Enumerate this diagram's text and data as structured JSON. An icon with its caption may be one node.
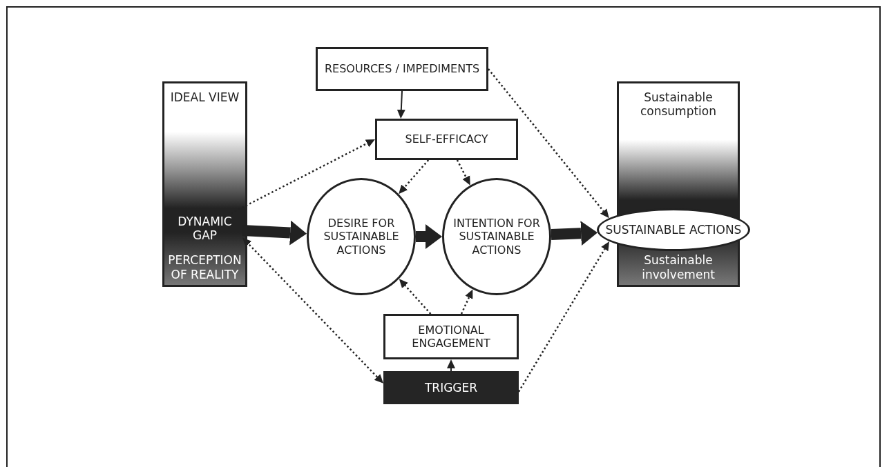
{
  "diagram": {
    "nodes": [
      {
        "text": [
          "IDEAL VIEW",
          "PERCEPTION OF REALITY"
        ]
      },
      {
        "text": [
          "DYNAMIC GAP"
        ],
        "in": 0
      },
      {
        "text": [
          "RESOURCES / IMPEDIMENTS"
        ]
      },
      {
        "text": [
          "SELF-EFFICACY"
        ]
      },
      {
        "text": [
          "DESIRE FOR SUSTAINABLE ACTIONS"
        ]
      },
      {
        "text": [
          "INTENTION FOR SUSTAINABLE ACTIONS"
        ]
      },
      {
        "text": [
          "Sustainable consumption",
          "Sustainable involvement"
        ]
      },
      {
        "text": [
          "SUSTAINABLE ACTIONS"
        ]
      },
      {
        "text": [
          "EMOTIONAL ENGAGEMENT"
        ]
      },
      {
        "text": [
          "TRIGGER"
        ]
      }
    ],
    "edges": [
      {
        "from": 2,
        "to": 3,
        "arrow": "to"
      },
      {
        "from": 2,
        "to": 7,
        "arrow": "to",
        "style": "dashed"
      },
      {
        "from": 1,
        "to": 3,
        "arrow": "to",
        "style": "dashed"
      },
      {
        "from": 3,
        "to": 4,
        "arrow": "to",
        "style": "dashed"
      },
      {
        "from": 3,
        "to": 5,
        "arrow": "to",
        "style": "dashed"
      },
      {
        "from": 1,
        "to": 4,
        "arrow": "to",
        "style": "thick"
      },
      {
        "from": 4,
        "to": 5,
        "arrow": "to",
        "style": "thick"
      },
      {
        "from": 5,
        "to": 7,
        "arrow": "to",
        "style": "thick"
      },
      {
        "from": 8,
        "to": 4,
        "arrow": "to",
        "style": "dashed"
      },
      {
        "from": 8,
        "to": 5,
        "arrow": "to",
        "style": "dashed"
      },
      {
        "from": 9,
        "to": 8,
        "arrow": "to"
      },
      {
        "from": 9,
        "to": 1,
        "arrow": "both",
        "style": "dashed"
      },
      {
        "from": 9,
        "to": 7,
        "arrow": "to",
        "style": "dashed"
      }
    ]
  }
}
